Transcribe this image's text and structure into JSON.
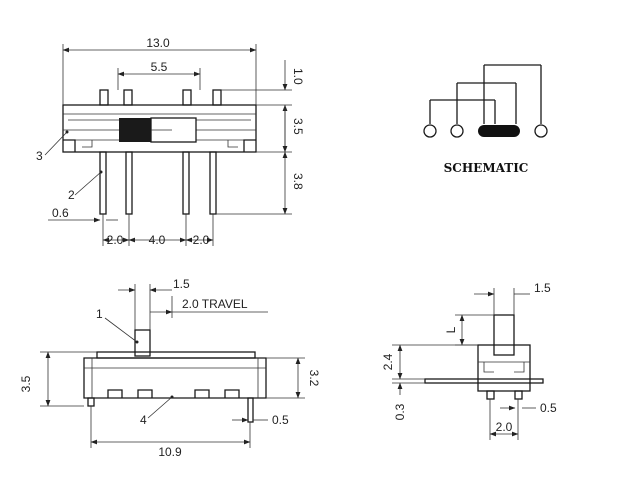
{
  "dims": {
    "top_width": "13.0",
    "top_inner": "5.5",
    "top_pin_h": "1.0",
    "top_body_h": "3.5",
    "top_lead_h": "3.8",
    "top_lead_w": "0.6",
    "top_pitch_a": "2.0",
    "top_pitch_b": "4.0",
    "top_pitch_c": "2.0",
    "side_knob": "1.5",
    "side_travel": "2.0 TRAVEL",
    "side_h_left": "3.5",
    "side_h_right": "3.2",
    "side_pin_w": "0.5",
    "side_width": "10.9",
    "end_knob": "1.5",
    "end_h_a": "2.4",
    "end_h_b": "0.3",
    "end_pin_w": "0.5",
    "end_pitch": "2.0",
    "end_L": "L"
  },
  "labels": {
    "callout_1": "1",
    "callout_2": "2",
    "callout_3": "3",
    "callout_4": "4",
    "schematic": "SCHEMATIC"
  }
}
